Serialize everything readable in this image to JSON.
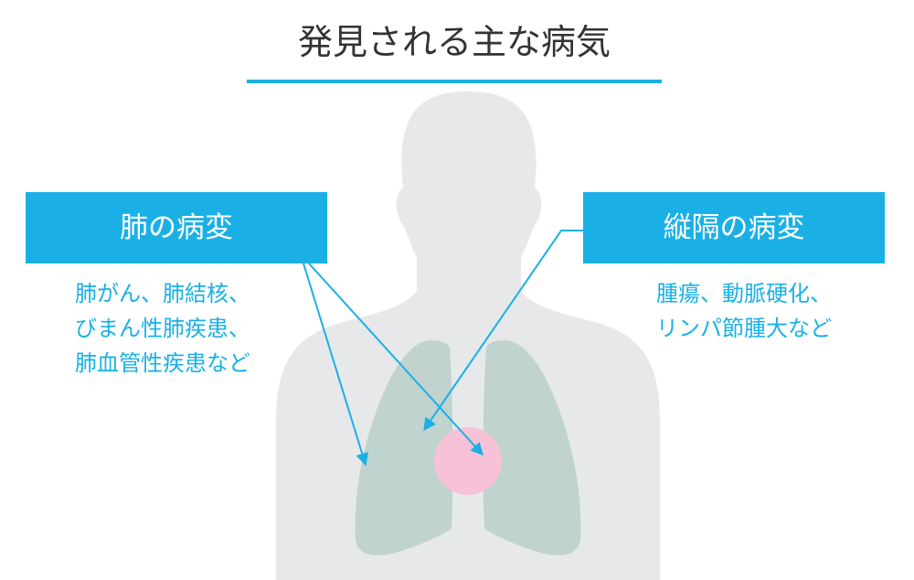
{
  "title": "発見される主な病気",
  "colors": {
    "accent": "#1ab0e6",
    "body": "#e6e8ea",
    "lung": "#c1d3ce",
    "mediastinum": "#f7c2d7",
    "title_text": "#333333"
  },
  "lung_disease": {
    "label": "肺の病変",
    "items": [
      "肺がん、肺結核、",
      "びまん性肺疾患、",
      "肺血管性疾患など"
    ]
  },
  "mediastinal_disease": {
    "label": "縦隔の病変",
    "items": [
      "腫瘍、動脈硬化、",
      "リンパ節腫大など"
    ]
  }
}
